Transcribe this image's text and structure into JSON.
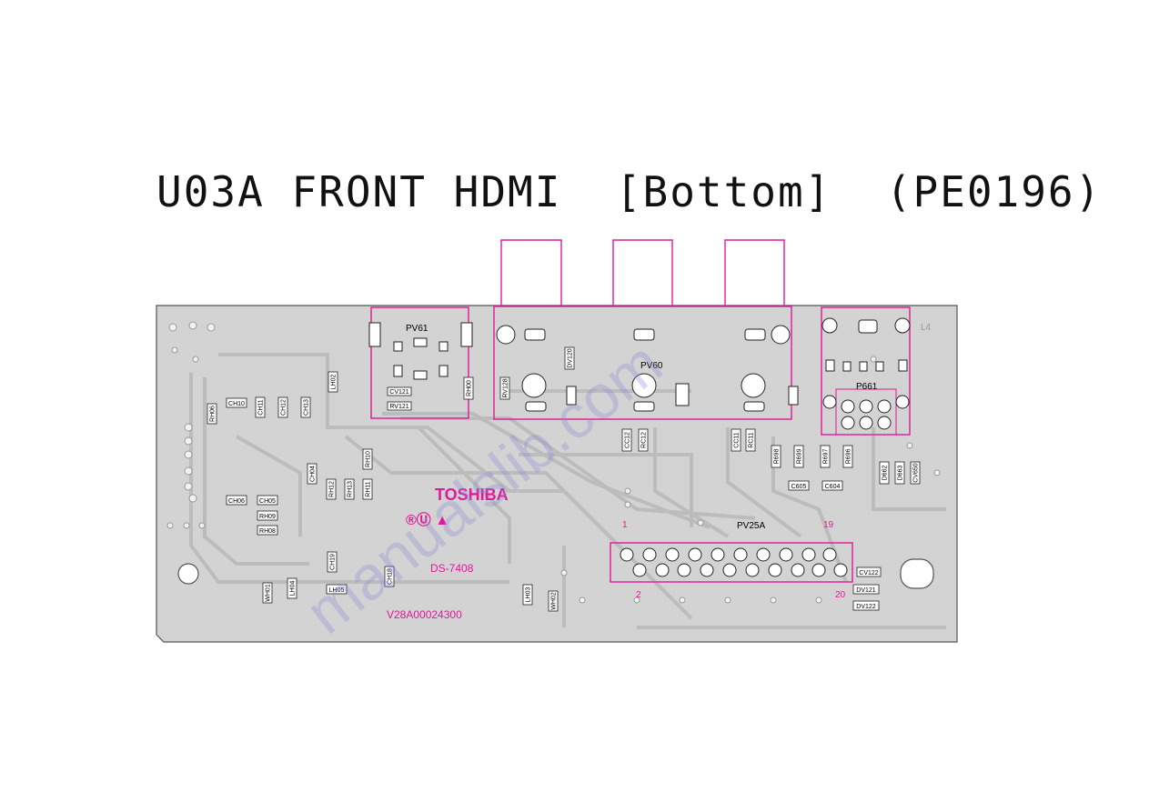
{
  "title": "U03A FRONT HDMI  [Bottom]  (PE0196)",
  "board": {
    "connectors": [
      "PV61",
      "PV60",
      "P661",
      "PV25A"
    ],
    "pin_labels": [
      "1",
      "19",
      "2",
      "20"
    ],
    "components": [
      "LH02",
      "RH06",
      "CH10",
      "CH11",
      "CH12",
      "CH13",
      "CV121",
      "RV121",
      "RH00",
      "RV128",
      "DV120",
      "CC12",
      "RC12",
      "CC11",
      "RC11",
      "R698",
      "R699",
      "R697",
      "R696",
      "C605",
      "C604",
      "D662",
      "D663",
      "CV650",
      "CH04",
      "RH10",
      "RH12",
      "RH13",
      "RH11",
      "CH06",
      "CH05",
      "RH09",
      "RH08",
      "CH19",
      "CH18",
      "LH05",
      "WH01",
      "LH04",
      "LH03",
      "WH02",
      "CV122",
      "DV121",
      "DV122"
    ],
    "corner_label": "L4",
    "logo": "TOSHIBA",
    "board_id": "DS-7408",
    "part_number": "V28A00024300"
  },
  "watermark": "manualslib.com",
  "colors": {
    "silkscreen": "#e0199a",
    "board": "#d3d3d3",
    "trace": "#bcbcbc"
  }
}
